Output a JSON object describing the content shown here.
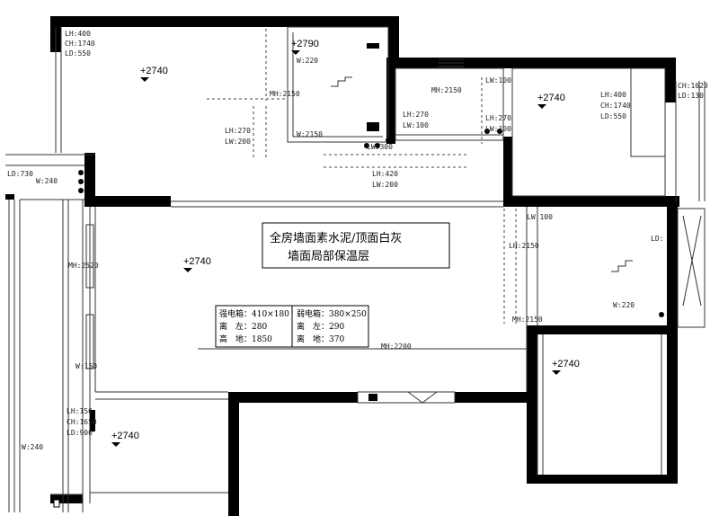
{
  "elevations": [
    "+2790",
    "+2740",
    "+2740",
    "+2740",
    "+2740",
    "+2740"
  ],
  "note": {
    "line1": "全房墙面素水泥/顶面白灰",
    "line2": "墙面局部保温层"
  },
  "strong_box": {
    "title": "强电箱：410×180",
    "left": "离　左：280",
    "height": "高　地：1850"
  },
  "weak_box": {
    "title": "弱电箱：380×250",
    "left": "离　左：290",
    "height": "离　地：370"
  },
  "dims": {
    "lh400": "LH:400",
    "ch1740": "CH:1740",
    "ld550": "LD:550",
    "w220": "W:220",
    "mh2150": "MH:2150",
    "lh270": "LH:270",
    "lw200": "LW:200",
    "w2150": "W:2150",
    "lw300": "LW:300",
    "lw100": "LW:100",
    "lh420": "LH:420",
    "lw100b": "LW:100",
    "lh270b": "LH:270",
    "lw100c": "LW:100",
    "lh400b": "LH:400",
    "ch1740b": "CH:1740",
    "ld550b": "LD:550",
    "ch1620": "CH:1620",
    "ld130": "LD:130",
    "ld730": "LD:730",
    "w240": "W:240",
    "mh2520": "MH:2520",
    "w150": "W:150",
    "lh150": "LH:150",
    "ch1650": "CH:1650",
    "ld900": "LD:900",
    "w240b": "W:240",
    "mh2200": "MH:2200",
    "lw100d": "LW:100",
    "lh2150": "LH:2150",
    "ld": "LD:",
    "w220b": "W:220",
    "mh2150b": "MH:2150",
    "mh2150c": "MH:2150"
  }
}
